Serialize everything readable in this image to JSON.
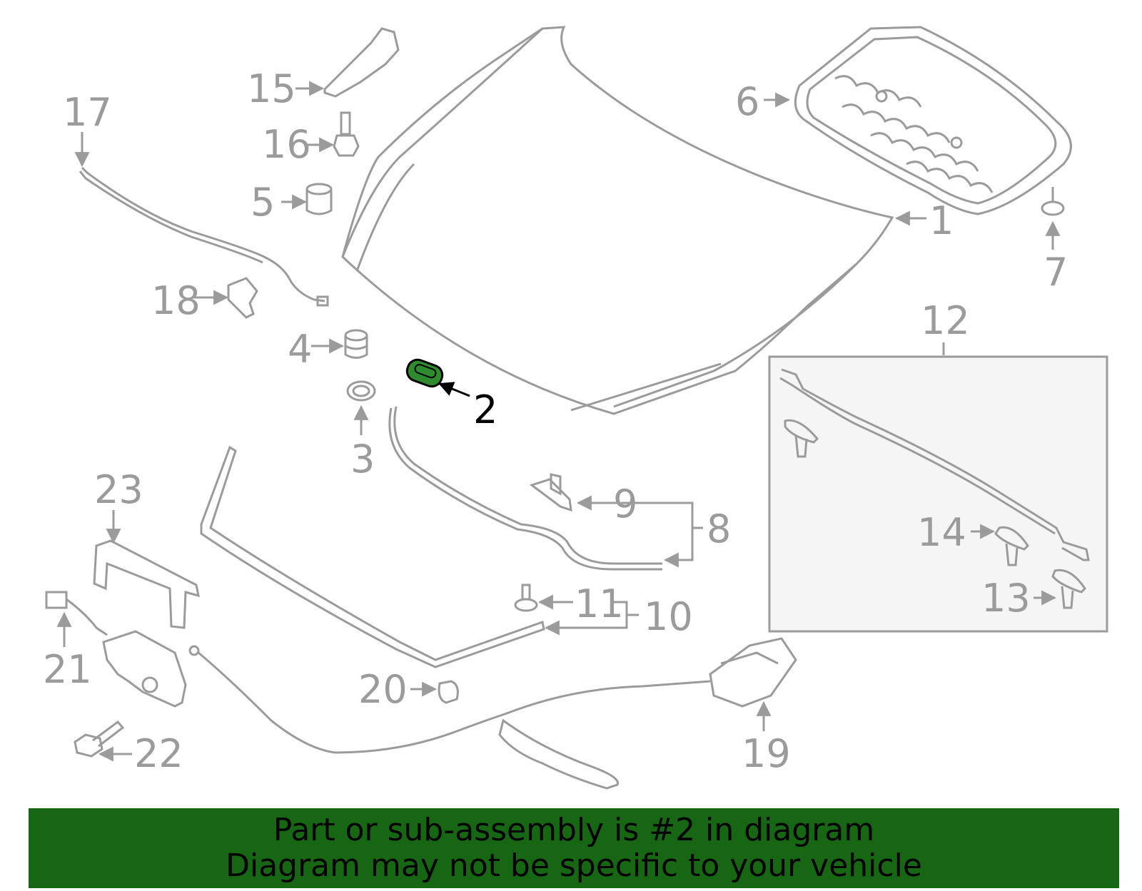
{
  "callouts": {
    "c1": "1",
    "c2": "2",
    "c3": "3",
    "c4": "4",
    "c5": "5",
    "c6": "6",
    "c7": "7",
    "c8": "8",
    "c9": "9",
    "c10": "10",
    "c11": "11",
    "c12": "12",
    "c13": "13",
    "c14": "14",
    "c15": "15",
    "c16": "16",
    "c17": "17",
    "c18": "18",
    "c19": "19",
    "c20": "20",
    "c21": "21",
    "c22": "22",
    "c23": "23"
  },
  "highlighted_part": "2",
  "colors": {
    "line_gray": "#9b9b9b",
    "highlight_green": "#2e8b2e",
    "banner_green": "#176614",
    "callout_active": "#000000",
    "panel_fill": "#f5f5f5"
  },
  "banner": {
    "line1": "Part or sub-assembly is #2 in diagram",
    "line2": "Diagram may not be specific to your vehicle"
  }
}
